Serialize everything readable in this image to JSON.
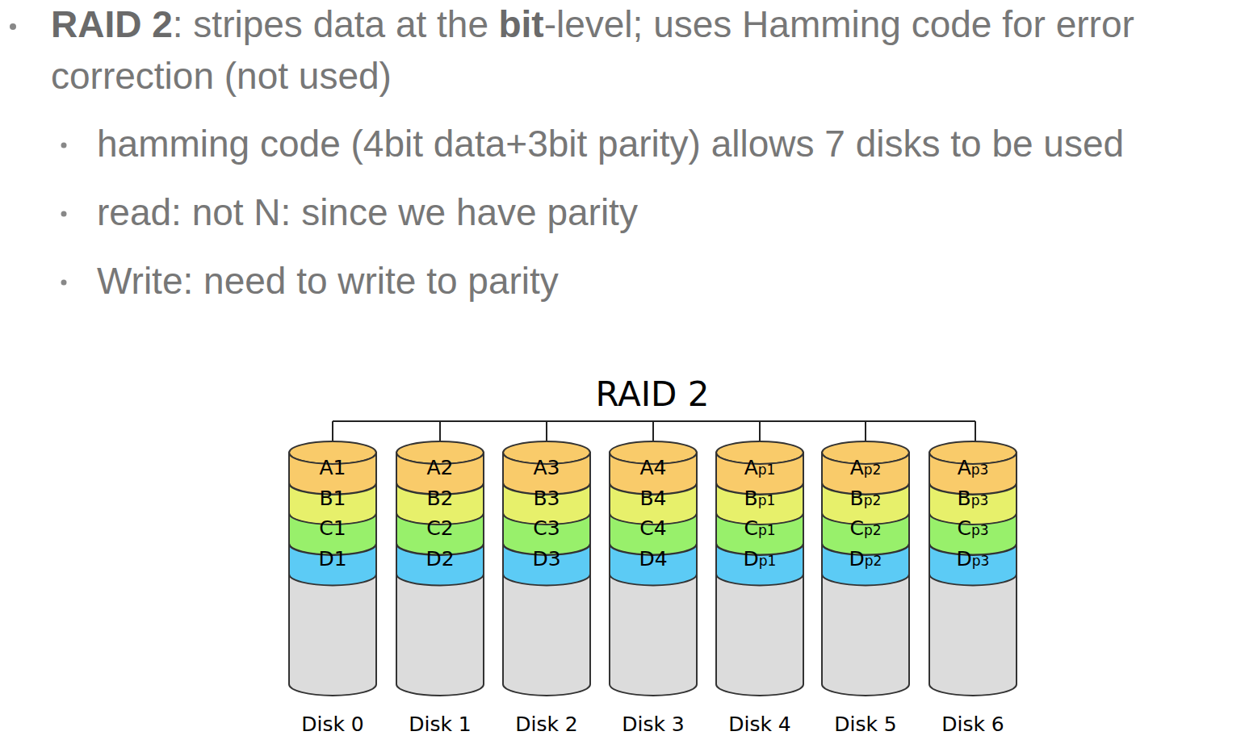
{
  "diagram": {
    "title": "RAID 2",
    "nodes": [
      {
        "text": [
          "Disk 0"
        ]
      },
      {
        "text": [
          "A1"
        ],
        "in": 0
      },
      {
        "text": [
          "B1"
        ],
        "in": 0
      },
      {
        "text": [
          "C1"
        ],
        "in": 0
      },
      {
        "text": [
          "D1"
        ],
        "in": 0
      },
      {
        "text": [
          "Disk 1"
        ]
      },
      {
        "text": [
          "A2"
        ],
        "in": 5
      },
      {
        "text": [
          "B2"
        ],
        "in": 5
      },
      {
        "text": [
          "C2"
        ],
        "in": 5
      },
      {
        "text": [
          "D2"
        ],
        "in": 5
      },
      {
        "text": [
          "Disk 2"
        ]
      },
      {
        "text": [
          "A3"
        ],
        "in": 10
      },
      {
        "text": [
          "B3"
        ],
        "in": 10
      },
      {
        "text": [
          "C3"
        ],
        "in": 10
      },
      {
        "text": [
          "D3"
        ],
        "in": 10
      },
      {
        "text": [
          "Disk 3"
        ]
      },
      {
        "text": [
          "A4"
        ],
        "in": 15
      },
      {
        "text": [
          "B4"
        ],
        "in": 15
      },
      {
        "text": [
          "C4"
        ],
        "in": 15
      },
      {
        "text": [
          "D4"
        ],
        "in": 15
      },
      {
        "text": [
          "Disk 4"
        ]
      },
      {
        "text": [
          "Ap1"
        ],
        "in": 20
      },
      {
        "text": [
          "Bp1"
        ],
        "in": 20
      },
      {
        "text": [
          "Cp1"
        ],
        "in": 20
      },
      {
        "text": [
          "Dp1"
        ],
        "in": 20
      },
      {
        "text": [
          "Disk 5"
        ]
      },
      {
        "text": [
          "Ap2"
        ],
        "in": 25
      },
      {
        "text": [
          "Bp2"
        ],
        "in": 25
      },
      {
        "text": [
          "Cp2"
        ],
        "in": 25
      },
      {
        "text": [
          "Dp2"
        ],
        "in": 25
      },
      {
        "text": [
          "Disk 6"
        ]
      },
      {
        "text": [
          "Ap3"
        ],
        "in": 30
      },
      {
        "text": [
          "Bp3"
        ],
        "in": 30
      },
      {
        "text": [
          "Cp3"
        ],
        "in": 30
      },
      {
        "text": [
          "Dp3"
        ],
        "in": 30
      }
    ],
    "labels": [
      "RAID 2",
      ": stripes data at the",
      "bit",
      "-level; uses Hamming code for error correction (not used)",
      "hamming code (4bit data+3bit parity) allows 7 disks to be used",
      "read: not N: since we have parity",
      "Write: need to write to parity"
    ]
  }
}
